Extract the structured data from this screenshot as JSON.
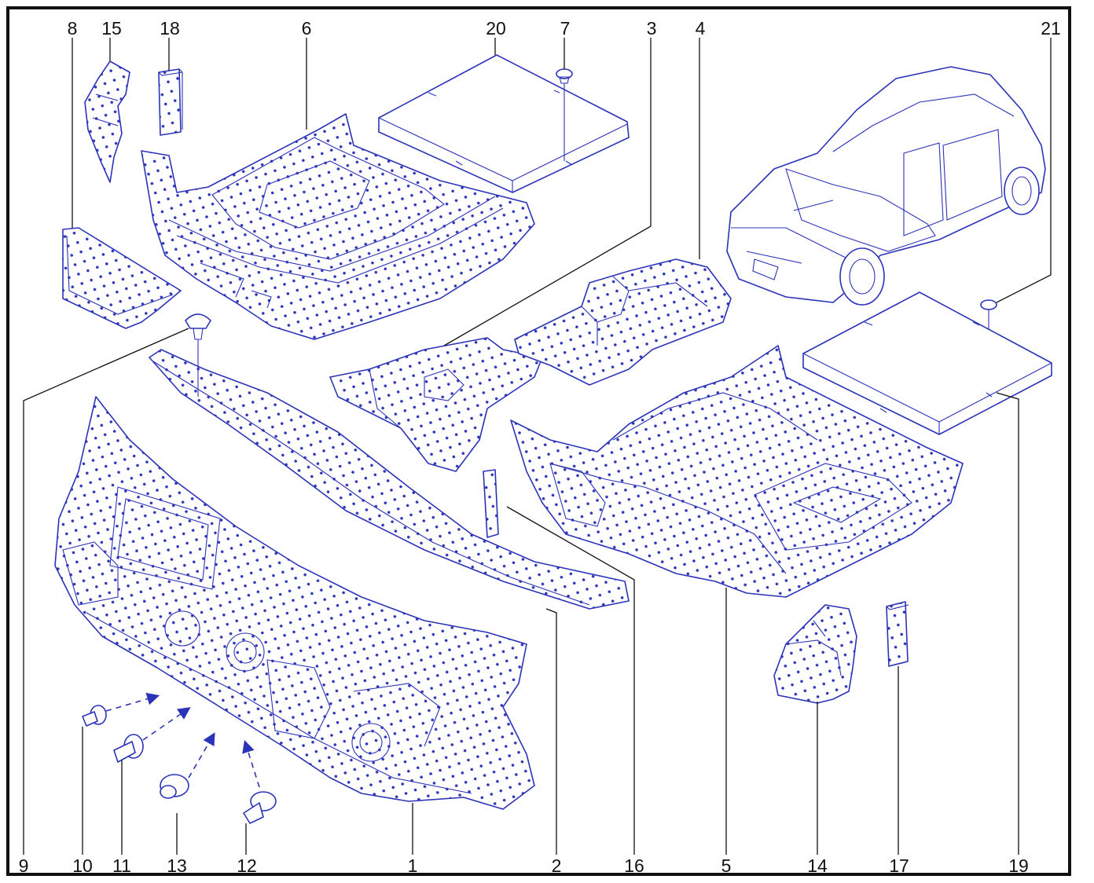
{
  "labels": {
    "p1": "1",
    "p2": "2",
    "p3": "3",
    "p4": "4",
    "p5": "5",
    "p6": "6",
    "p7": "7",
    "p8": "8",
    "p9": "9",
    "p10": "10",
    "p11": "11",
    "p12": "12",
    "p13": "13",
    "p14": "14",
    "p15": "15",
    "p16": "16",
    "p17": "17",
    "p18": "18",
    "p19": "19",
    "p20": "20",
    "p21": "21"
  },
  "colors": {
    "line": "#2b33b8",
    "ink": "#111111",
    "frame": "#111111",
    "background": "#ffffff"
  },
  "icons": {
    "clip": "push-clip-icon",
    "arrow": "dashed-arrow-icon"
  }
}
